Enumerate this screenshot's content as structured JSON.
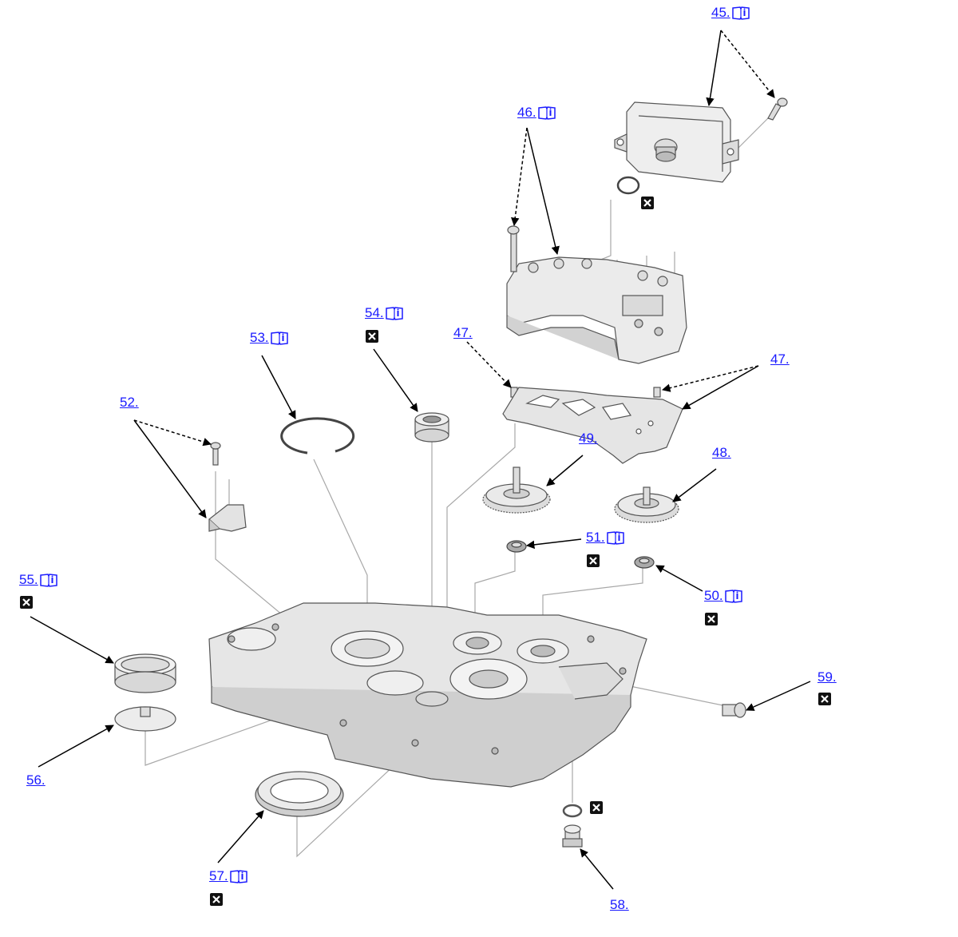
{
  "callouts": [
    {
      "id": "c45",
      "label": "45.",
      "has_book": true
    },
    {
      "id": "c46",
      "label": "46.",
      "has_book": true
    },
    {
      "id": "c47a",
      "label": "47.",
      "has_book": false
    },
    {
      "id": "c47b",
      "label": "47.",
      "has_book": false
    },
    {
      "id": "c48",
      "label": "48.",
      "has_book": false
    },
    {
      "id": "c49",
      "label": "49.",
      "has_book": false
    },
    {
      "id": "c50",
      "label": "50.",
      "has_book": true
    },
    {
      "id": "c51",
      "label": "51.",
      "has_book": true
    },
    {
      "id": "c52",
      "label": "52.",
      "has_book": false
    },
    {
      "id": "c53",
      "label": "53.",
      "has_book": true
    },
    {
      "id": "c54",
      "label": "54.",
      "has_book": true
    },
    {
      "id": "c55",
      "label": "55.",
      "has_book": true
    },
    {
      "id": "c56",
      "label": "56.",
      "has_book": false
    },
    {
      "id": "c57",
      "label": "57.",
      "has_book": true
    },
    {
      "id": "c58",
      "label": "58.",
      "has_book": false
    },
    {
      "id": "c59",
      "label": "59.",
      "has_book": false
    }
  ],
  "icons": {
    "book": "manual-book-icon",
    "replace": "replace-part-x-icon"
  },
  "colors": {
    "link": "#1a1aff",
    "part_fill": "#e8e8e8",
    "part_stroke": "#555555",
    "leader": "#999999"
  }
}
